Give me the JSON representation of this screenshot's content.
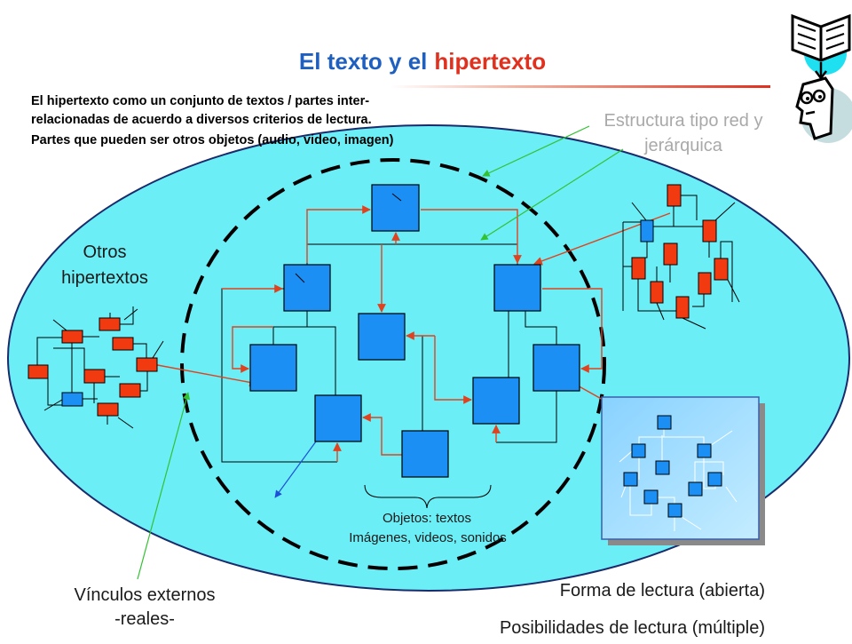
{
  "slide": {
    "title_part1": "El texto y el",
    "title_part2": "hipertexto",
    "description_lines": [
      "El hipertexto como un conjunto de textos / partes inter-",
      "relacionadas de acuerdo a diversos criterios de lectura.",
      "Partes que pueden ser otros objetos (audio, video, imagen)"
    ],
    "structure_label_line1": "Estructura tipo red y",
    "structure_label_line2": "jerárquica",
    "other_hypertexts_line1": "Otros",
    "other_hypertexts_line2": "hipertextos",
    "objects_line1": "Objetos: textos",
    "objects_line2": "Imágenes, videos, sonidos",
    "external_links_line1": "Vínculos externos",
    "external_links_line2": "-reales-",
    "reading_form": "Forma de lectura (abierta)",
    "reading_possibilities": "Posibilidades de lectura (múltiple)"
  },
  "icons": {
    "top_right": [
      "open-book-icon",
      "thinking-face-icon"
    ]
  },
  "colors": {
    "title_blue": "#1f5fbf",
    "title_red": "#e0301e",
    "ellipse_fill": "#6beef6",
    "node_blue": "#1c8ff5",
    "link_red": "#e0421f",
    "pointer_green": "#33c133",
    "label_grey": "#a9a9a9"
  }
}
